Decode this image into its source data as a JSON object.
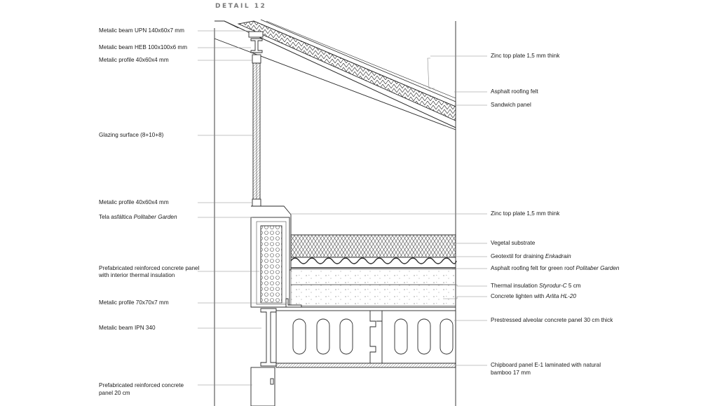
{
  "title": "DETAIL 12",
  "labels_left": {
    "upn": "Metalic beam UPN 140x60x7 mm",
    "heb": "Metalic beam HEB 100x100x6 mm",
    "profile_top": "Metalic profile 40x60x4 mm",
    "glazing": "Glazing surface (8+10+8)",
    "profile_bottom": "Metalic profile 40x60x4 mm",
    "tela_prefix": "Tela asfáltica ",
    "tela_brand": "Politaber Garden",
    "panel_line1": "Prefabricated reinforced concrete panel",
    "panel_line2": " with interior thermal insulation",
    "profile_70": "Metalic profile 70x70x7 mm",
    "ipn": "Metalic beam IPN 340",
    "panel20_line1": "Prefabricated reinforced concrete",
    "panel20_line2": "panel 20 cm"
  },
  "labels_right": {
    "zinc_top": "Zinc top plate 1,5 mm think",
    "asphalt": "Asphalt roofing felt",
    "sandwich": "Sandwich panel",
    "zinc_mid": "Zinc top plate 1,5 mm think",
    "vegetal": "Vegetal substrate",
    "geotextil_prefix": "Geotextil for draining ",
    "geotextil_brand": "Enkadrain",
    "asphalt_green_prefix": "Asphalt roofing felt for green roof ",
    "asphalt_green_brand": "Politaber Garden",
    "thermal_prefix": "Thermal insulation ",
    "thermal_brand": "Styrodur-C",
    "thermal_suffix": " 5 cm",
    "concrete_prefix": "Concrete lighten with ",
    "concrete_brand": "Arlita HL-20",
    "alveolar": "Prestressed alveolar concrete panel 30 cm thick",
    "chipboard_line1": "Chipboard panel E-1 laminated with natural",
    "chipboard_line2": "bamboo 17 mm"
  },
  "colors": {
    "line": "#2a2a2a",
    "leader": "#888888",
    "title": "#7a7a7a"
  }
}
